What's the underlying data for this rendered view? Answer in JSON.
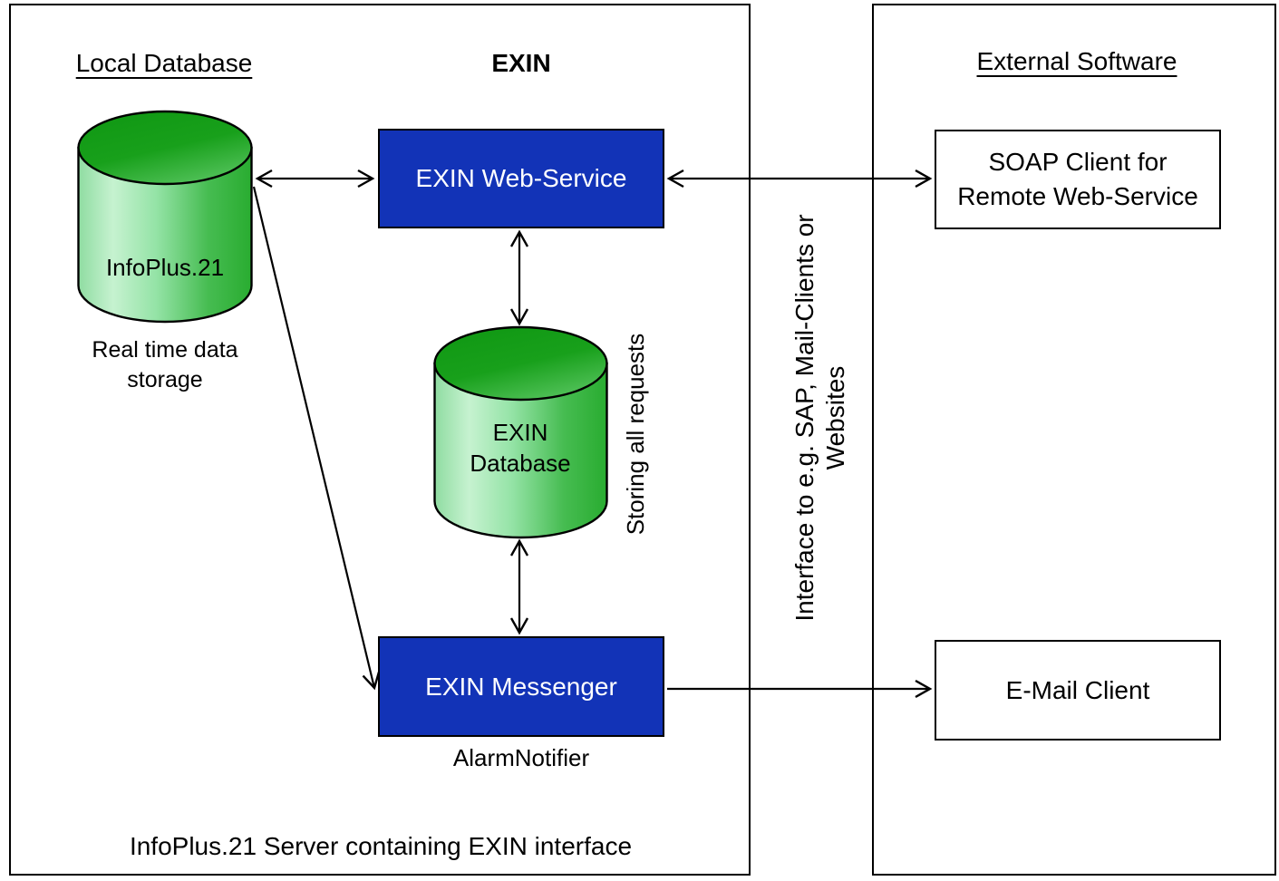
{
  "left_panel": {
    "heading_local_db": "Local Database",
    "heading_exin": "EXIN",
    "infoplus_label": "InfoPlus.21",
    "infoplus_caption_lines": [
      "Real time data",
      "storage"
    ],
    "web_service_label": "EXIN Web-Service",
    "exin_db_label_lines": [
      "EXIN",
      "Database"
    ],
    "storing_label": "Storing all requests",
    "messenger_label": "EXIN Messenger",
    "messenger_caption": "AlarmNotifier",
    "footer_caption": "InfoPlus.21 Server containing EXIN interface"
  },
  "middle": {
    "interface_label_lines": [
      "Interface to e.g. SAP, Mail-Clients or",
      "Websites"
    ]
  },
  "right_panel": {
    "heading": "External Software",
    "soap_label_lines": [
      "SOAP Client for",
      "Remote Web-Service"
    ],
    "email_label": "E-Mail Client"
  },
  "colors": {
    "process_box_blue": "#1233b7",
    "cylinder_top_green": "#129b12",
    "cylinder_body_light_green": "#c6f2d0",
    "cylinder_body_dark_green": "#29ac30",
    "outline": "#000000",
    "background": "#ffffff"
  }
}
